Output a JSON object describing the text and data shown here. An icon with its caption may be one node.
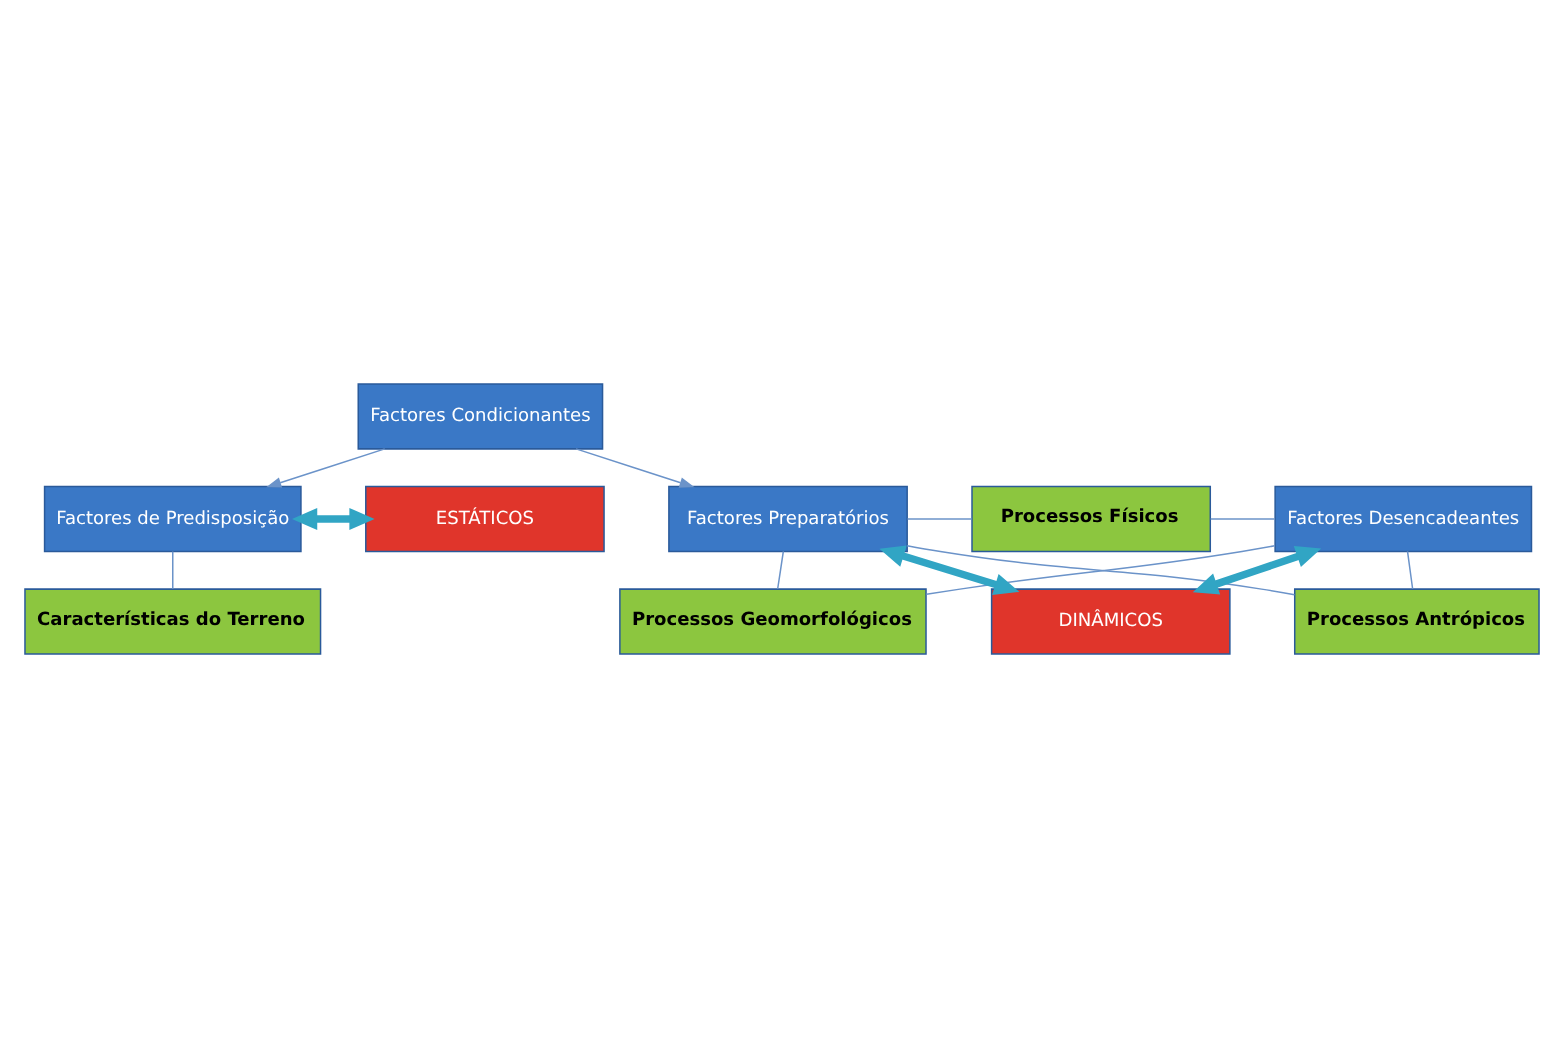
{
  "diagram": {
    "nodes": [
      {
        "text": [
          "Factores de Predisposição"
        ]
      },
      {
        "text": [
          "ESTÁTICOS"
        ]
      },
      {
        "text": [
          "Factores Condicionantes"
        ]
      },
      {
        "text": [
          "Características do Terreno"
        ]
      },
      {
        "text": [
          "Processos Geomorfológicos"
        ]
      },
      {
        "text": [
          "Factores Preparatórios"
        ]
      },
      {
        "text": [
          "Processos Físicos"
        ]
      },
      {
        "text": [
          "Factores Desencadeantes"
        ]
      },
      {
        "text": [
          "Processos Antrópicos"
        ]
      },
      {
        "text": [
          "DINÂMICOS"
        ]
      }
    ],
    "edges": [
      {
        "from": 0,
        "to": 1,
        "arrow": "both",
        "style": "thick",
        "color": "#31a5c4"
      },
      {
        "from": 2,
        "to": 0,
        "arrow": "to"
      },
      {
        "from": 0,
        "to": 3,
        "arrow": "none"
      },
      {
        "from": 2,
        "to": 5,
        "arrow": "to"
      },
      {
        "from": 5,
        "to": 4,
        "arrow": "none"
      },
      {
        "from": 5,
        "to": 6,
        "arrow": "none"
      },
      {
        "from": 5,
        "to": 8,
        "arrow": "none"
      },
      {
        "from": 4,
        "to": 7,
        "arrow": "none"
      },
      {
        "from": 6,
        "to": 7,
        "arrow": "none"
      },
      {
        "from": 8,
        "to": 7,
        "arrow": "none"
      },
      {
        "from": 5,
        "to": 9,
        "arrow": "both",
        "style": "thick",
        "color": "#31a5c4"
      },
      {
        "from": 7,
        "to": 9,
        "arrow": "both",
        "style": "thick",
        "color": "#31a5c4"
      }
    ]
  }
}
